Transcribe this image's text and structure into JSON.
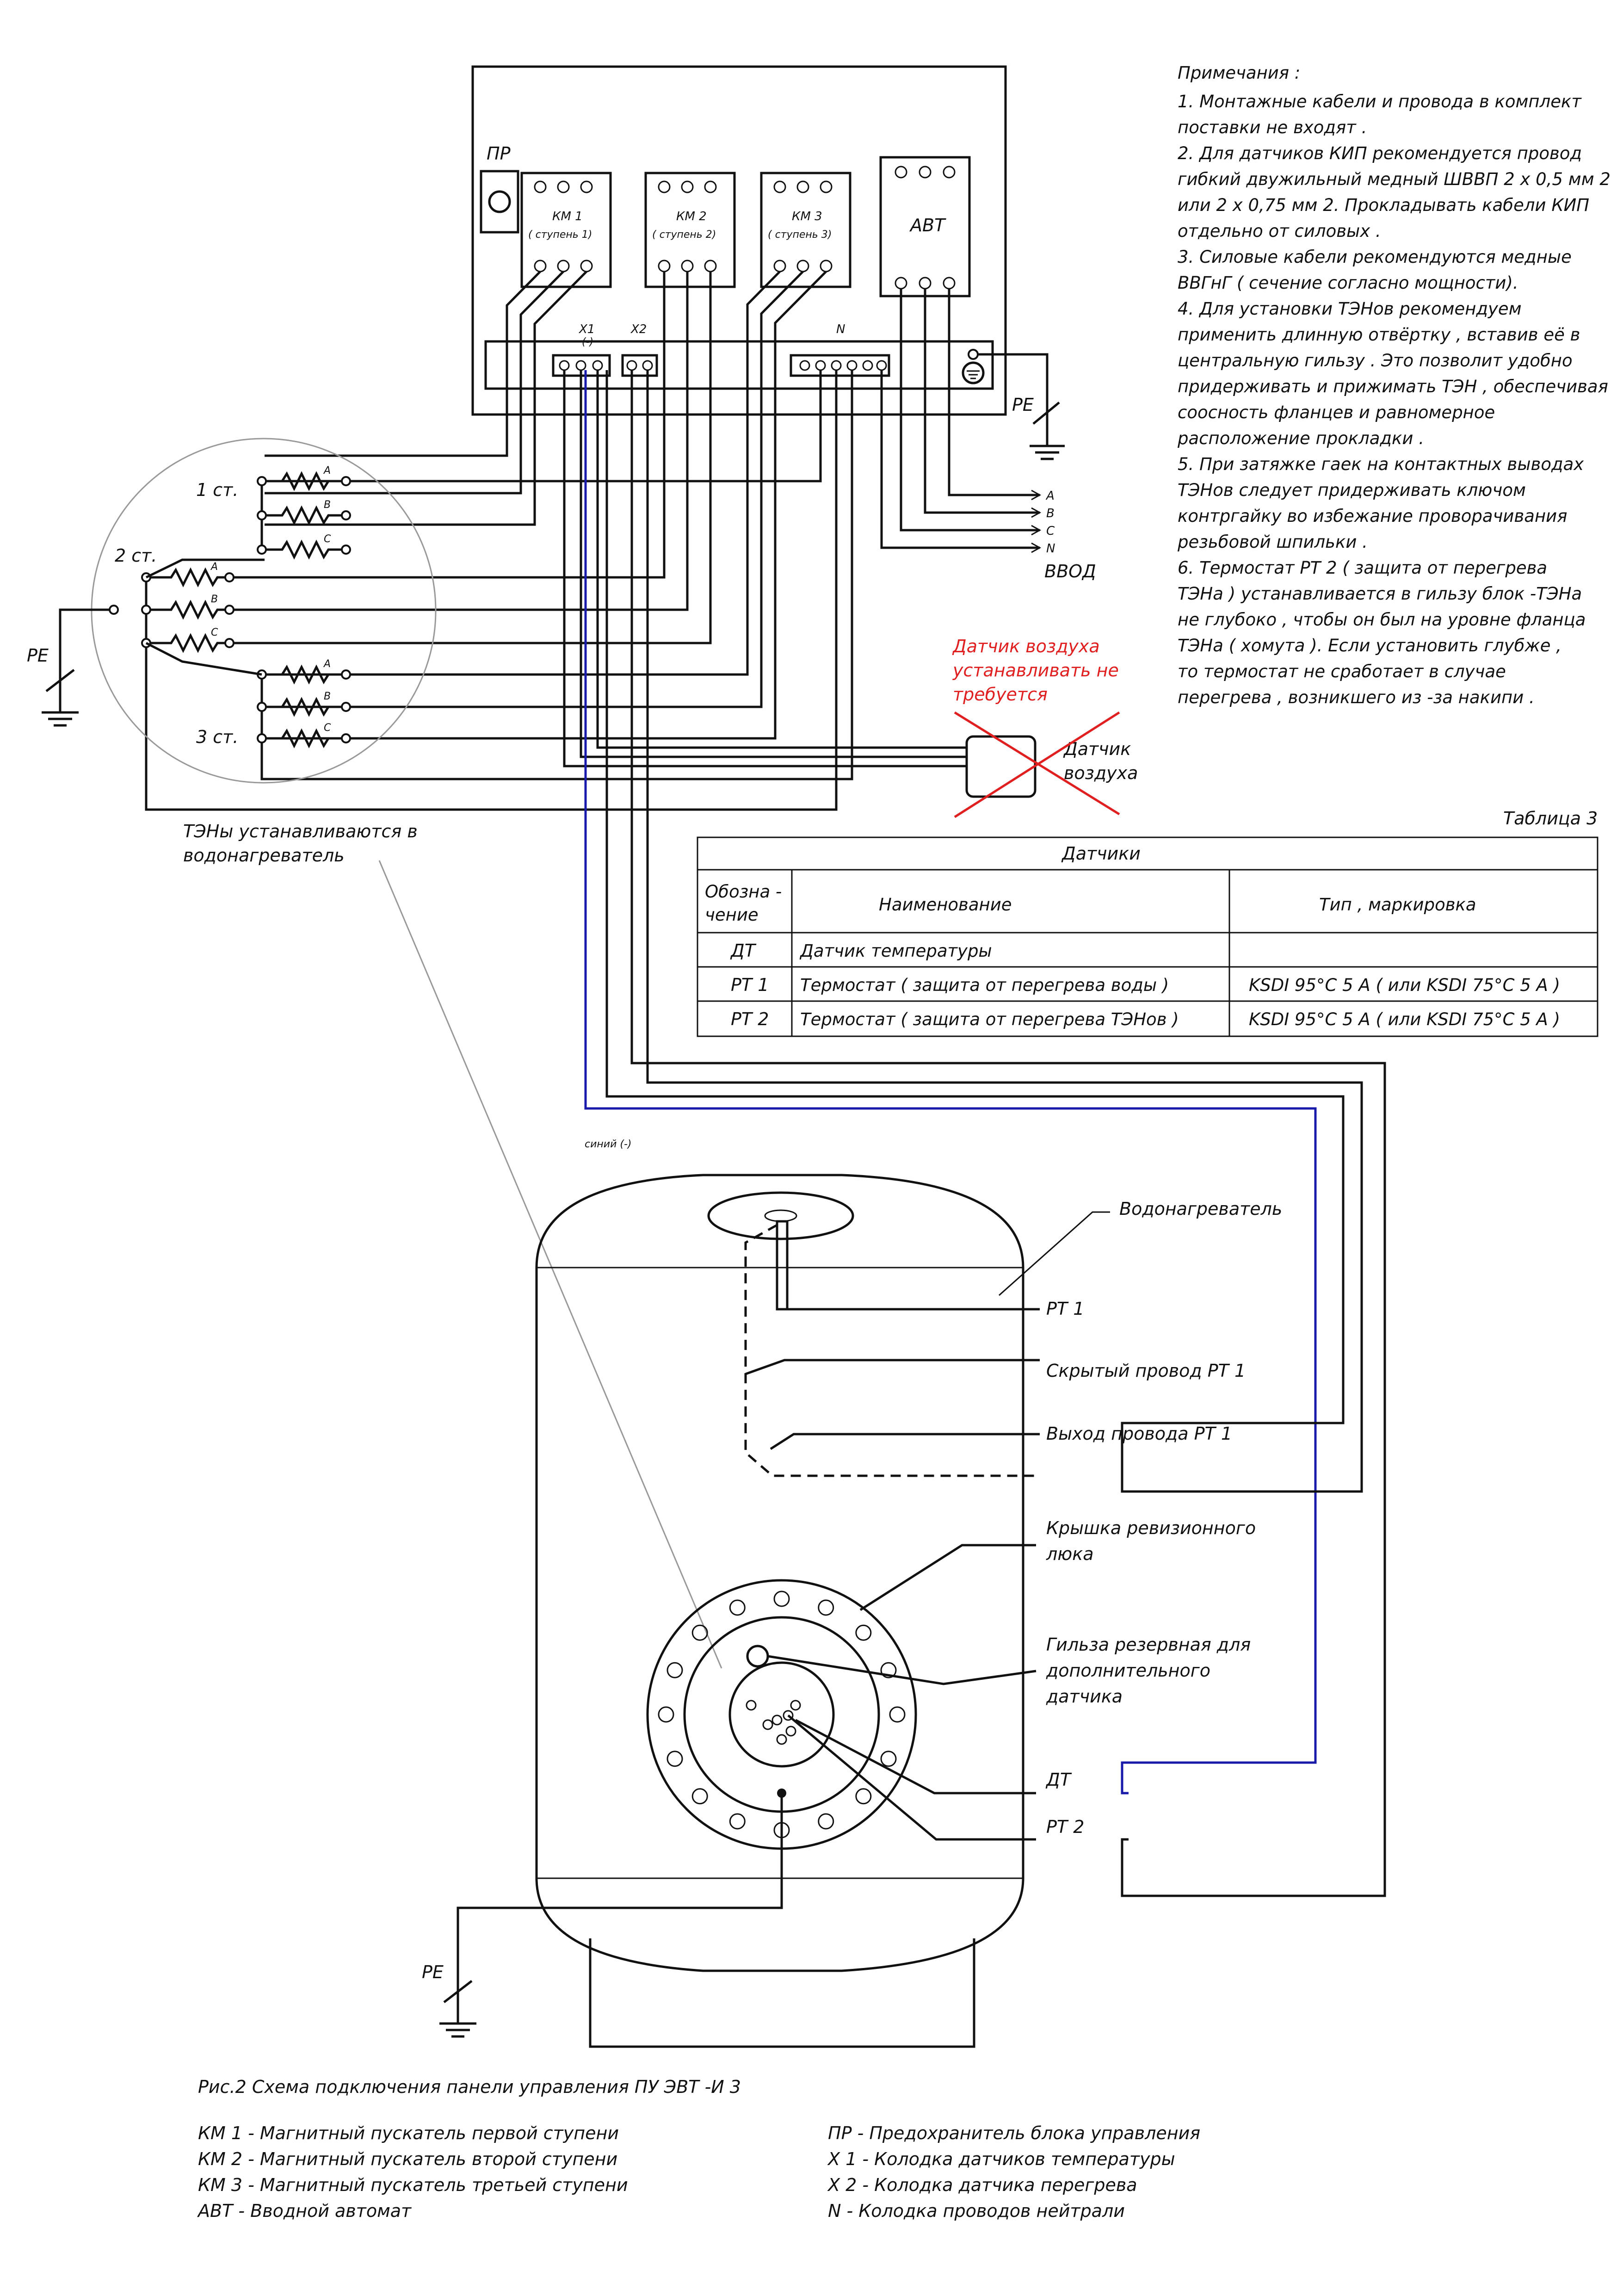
{
  "panel": {
    "fuse_label": "ПР",
    "km1": {
      "name": "КМ 1",
      "stage": "( ступень 1)"
    },
    "km2": {
      "name": "КМ 2",
      "stage": "( ступень 2)"
    },
    "km3": {
      "name": "КМ 3",
      "stage": "( ступень 3)"
    },
    "avt": "АВТ",
    "x1": "Х1",
    "x1_polarity": "(-)",
    "x2": "Х2",
    "n": "N"
  },
  "heaters": {
    "stage1": "1 ст.",
    "stage2": "2 ст.",
    "stage3": "3 ст.",
    "phase_a": "A",
    "phase_b": "B",
    "phase_c": "C",
    "pe": "PE",
    "install_note": "ТЭНы устанавливаются в водонагреватель"
  },
  "input": {
    "phases": [
      "A",
      "B",
      "C",
      "N"
    ],
    "label": "ВВОД",
    "pe": "PE"
  },
  "air_sensor": {
    "label": "Датчик воздуха",
    "note": "Датчик воздуха устанавливать не требуется"
  },
  "notes": {
    "title": "Примечания :",
    "lines": [
      "1.  Монтажные кабели и провода в комплект",
      "поставки не входят .",
      "2.  Для датчиков КИП рекомендуется провод",
      "гибкий двужильный медный ШВВП  2 х 0,5 мм 2",
      "или  2 х 0,75 мм 2.  Прокладывать кабели КИП",
      "отдельно от силовых .",
      "3.  Силовые кабели рекомендуются медные",
      "ВВГнГ  ( сечение согласно мощности).",
      "4.  Для установки ТЭНов рекомендуем",
      "применить длинную отвёртку , вставив её в",
      "центральную гильзу . Это позволит удобно",
      "придерживать и прижимать ТЭН , обеспечивая",
      "соосность фланцев и равномерное",
      "расположение прокладки .",
      "5.  При затяжке гаек на контактных выводах",
      "ТЭНов следует придерживать ключом",
      "контргайку во избежание проворачивания",
      "резьбовой шпильки .",
      "6.  Термостат РТ 2 ( защита от перегрева",
      "ТЭНа )  устанавливается в гильзу блок -ТЭНа",
      "не глубоко , чтобы он был на уровне фланца",
      "ТЭНа  ( хомута ).   Если установить глубже ,",
      "то термостат не сработает в случае",
      "перегрева , возникшего из -за накипи ."
    ]
  },
  "table": {
    "caption": "Таблица  3",
    "title": "Датчики",
    "headers": [
      "Обозна - чение",
      "Наименование",
      "Тип , маркировка"
    ],
    "rows": [
      [
        "ДТ",
        "Датчик температуры",
        ""
      ],
      [
        "РТ 1",
        "Термостат  ( защита от перегрева воды )",
        "KSDI 95°С 5 А  ( или  KSDI 75°С 5 А )"
      ],
      [
        "РТ 2",
        "Термостат  ( защита от перегрева ТЭНов )",
        "KSDI 95°С 5 А  ( или  KSDI 75°С 5 А )"
      ]
    ]
  },
  "heater_tank": {
    "blue_wire": "синий  (-)",
    "title": "Водонагреватель",
    "rt1": "РТ 1",
    "rt1_hidden": "Скрытый провод РТ 1",
    "rt1_exit": "Выход провода РТ 1",
    "cover": "Крышка ревизионного люка",
    "sleeve": "Гильза резервная для дополнительного датчика",
    "dt": "ДТ",
    "rt2": "РТ 2",
    "pe": "PE"
  },
  "caption": "Рис.2  Схема подключения панели управления ПУ ЭВТ -И 3",
  "legend": {
    "left": [
      "КМ 1  -  Магнитный пускатель первой ступени",
      "КМ 2  -  Магнитный пускатель второй ступени",
      "КМ 3  -  Магнитный пускатель третьей ступени",
      "АВТ   -  Вводной автомат"
    ],
    "right": [
      "ПР  - Предохранитель блока управления",
      "Х 1 -  Колодка датчиков температуры",
      "Х 2 -  Колодка датчика перегрева",
      "N -  Колодка проводов нейтрали"
    ]
  }
}
